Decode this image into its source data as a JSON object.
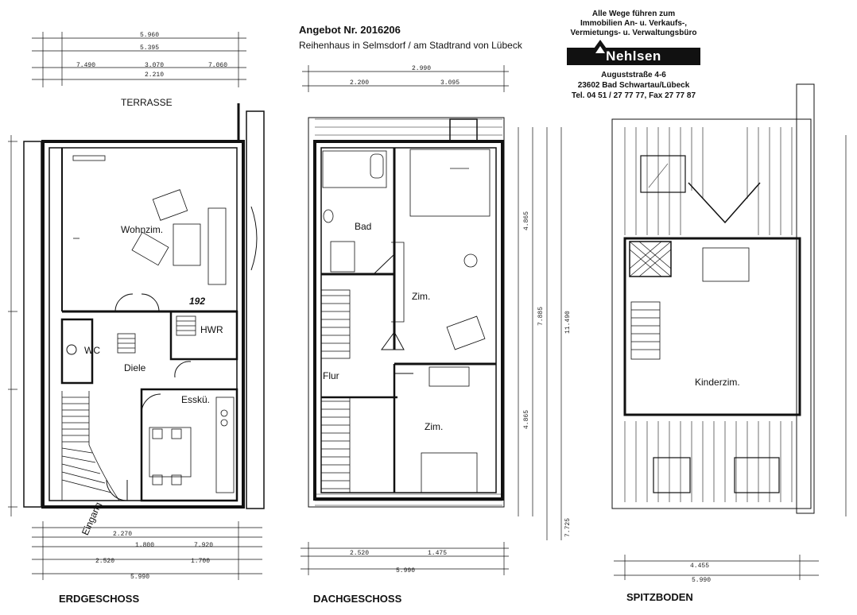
{
  "header": {
    "offer": "Angebot Nr. 2016206",
    "subtitle": "Reihenhaus in Selmsdorf / am Stadtrand von Lübeck"
  },
  "agency": {
    "line1": "Alle Wege führen zum",
    "line2": "Immobilien An- u. Verkaufs-,",
    "line3": "Vermietungs- u. Verwaltungsbüro",
    "logo": "Nehlsen",
    "street": "Auguststraße 4-6",
    "city": "23602 Bad Schwartau/Lübeck",
    "phone": "Tel. 04 51 / 27 77 77, Fax 27 77 87"
  },
  "floors": {
    "erdgeschoss": {
      "label": "ERDGESCHOSS",
      "terrace": "TERRASSE",
      "rooms": {
        "wohn": "Wohnzim.",
        "hwr": "HWR",
        "wc": "WC",
        "diele": "Diele",
        "essk": "Esskü.",
        "eingang": "Eingang"
      },
      "dims_top": [
        "5.960",
        "5.395",
        "3.070",
        "7.060",
        "7.490",
        "2.210"
      ],
      "dims_bottom": [
        "2.270",
        "1.800",
        "7.920",
        "2.520",
        "1.700",
        "5.990"
      ],
      "note": "192"
    },
    "dachgeschoss": {
      "label": "DACHGESCHOSS",
      "rooms": {
        "bad": "Bad",
        "zim1": "Zim.",
        "flur": "Flur",
        "zim2": "Zim."
      },
      "dims_top": [
        "2.990",
        "2.200",
        "3.095"
      ],
      "dims_bottom": [
        "2.520",
        "1.475",
        "5.990"
      ],
      "dims_right": [
        "4.865",
        "7.885",
        "11.490",
        "4.865",
        "7.725"
      ]
    },
    "spitzboden": {
      "label": "SPITZBODEN",
      "rooms": {
        "kinder": "Kinderzim."
      },
      "dims_bottom": [
        "4.455",
        "5.990"
      ]
    }
  }
}
